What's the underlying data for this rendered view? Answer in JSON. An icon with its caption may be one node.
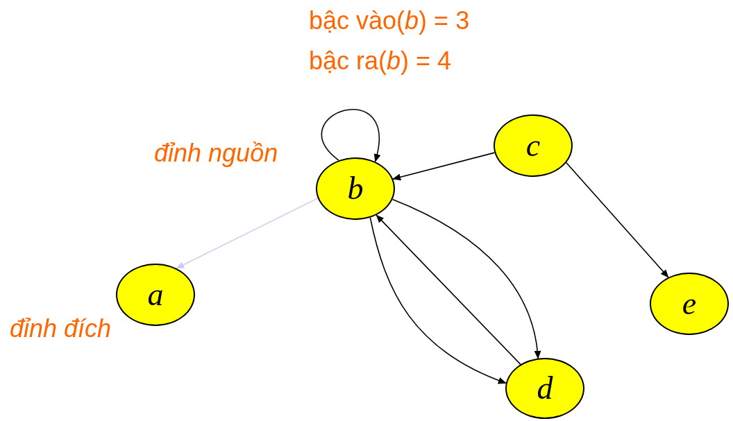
{
  "diagram": {
    "nodes": [
      {
        "text": [
          "b"
        ],
        "beside": [
          "đỉnh nguồn"
        ]
      },
      {
        "text": [
          "c"
        ]
      },
      {
        "text": [
          "a"
        ],
        "beside": [
          "đỉnh đích"
        ]
      },
      {
        "text": [
          "e"
        ]
      },
      {
        "text": [
          "d"
        ]
      }
    ],
    "edges": [
      {
        "from": 0,
        "to": 0,
        "arrow": "to"
      },
      {
        "from": 1,
        "to": 0,
        "arrow": "to"
      },
      {
        "from": 0,
        "to": 2,
        "arrow": "to",
        "color": "#ccccee"
      },
      {
        "from": 1,
        "to": 3,
        "arrow": "to"
      },
      {
        "from": 0,
        "to": 4,
        "arrow": "to"
      },
      {
        "from": 4,
        "to": 0,
        "arrow": "to"
      },
      {
        "from": 0,
        "to": 4,
        "arrow": "to"
      }
    ],
    "labels": [
      "bậc vào(*b*) = 3",
      "bậc ra(*b*) = 4"
    ]
  }
}
